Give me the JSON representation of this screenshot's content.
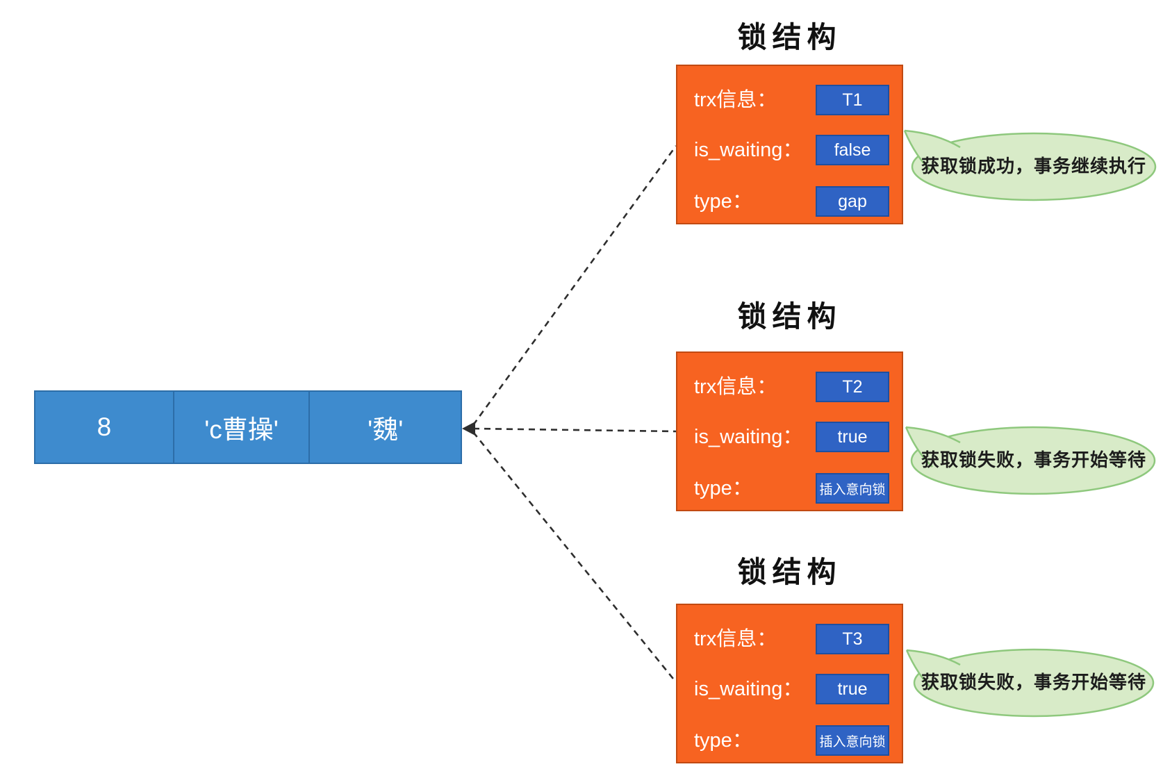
{
  "record_row": {
    "cells": [
      "8",
      "'c曹操'",
      "'魏'"
    ]
  },
  "lock_structures": [
    {
      "title": "锁结构",
      "fields": [
        {
          "label": "trx信息：",
          "value": "T1"
        },
        {
          "label": "is_waiting：",
          "value": "false"
        },
        {
          "label": "type：",
          "value": "gap"
        }
      ],
      "bubble": "获取锁成功，事务继续执行"
    },
    {
      "title": "锁结构",
      "fields": [
        {
          "label": "trx信息：",
          "value": "T2"
        },
        {
          "label": "is_waiting：",
          "value": "true"
        },
        {
          "label": "type：",
          "value": "插入意向锁"
        }
      ],
      "bubble": "获取锁失败，事务开始等待"
    },
    {
      "title": "锁结构",
      "fields": [
        {
          "label": "trx信息：",
          "value": "T3"
        },
        {
          "label": "is_waiting：",
          "value": "true"
        },
        {
          "label": "type：",
          "value": "插入意向锁"
        }
      ],
      "bubble": "获取锁失败，事务开始等待"
    }
  ],
  "colors": {
    "row_fill": "#3E8BCE",
    "row_border": "#2C6DA8",
    "lock_fill": "#F76321",
    "lock_border": "#C14A12",
    "value_fill": "#2F63C4",
    "value_border": "#1E4FA0",
    "bubble_fill": "#D8EBC8",
    "bubble_border": "#8EC87D",
    "connector": "#2E2E2E",
    "title_color": "#111111",
    "text_on_color": "#FFFFFF"
  }
}
